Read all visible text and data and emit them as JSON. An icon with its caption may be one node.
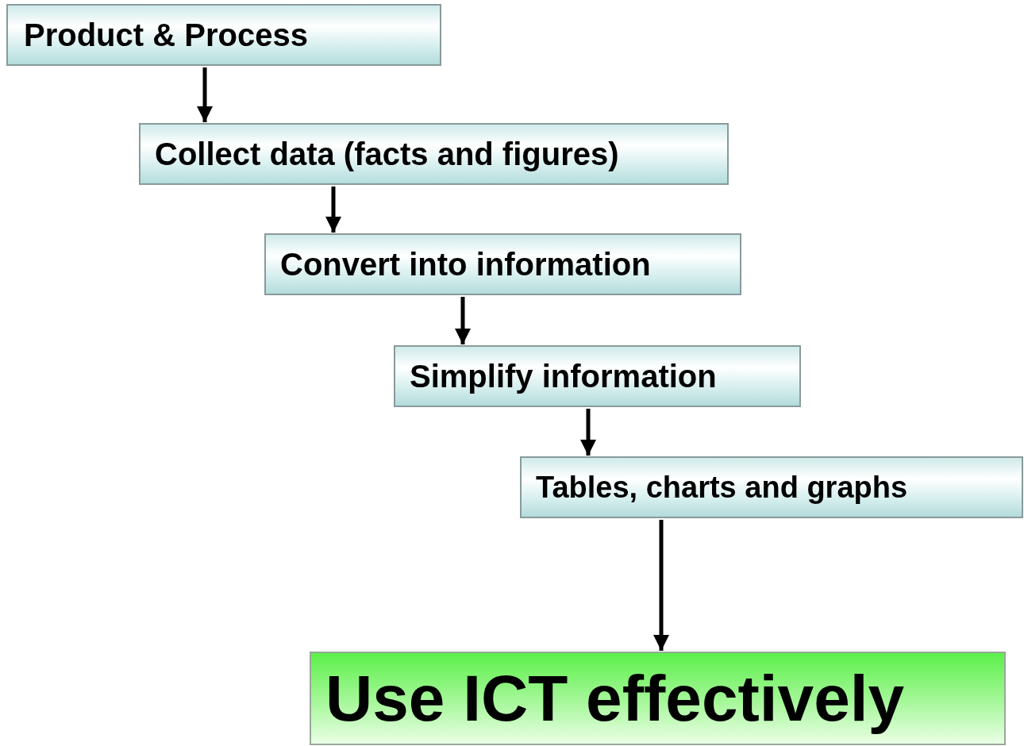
{
  "diagram": {
    "nodes": [
      {
        "text": [
          "Product & Process"
        ]
      },
      {
        "text": [
          "Collect data (facts and figures)"
        ]
      },
      {
        "text": [
          "Convert into information"
        ]
      },
      {
        "text": [
          "Simplify information"
        ]
      },
      {
        "text": [
          "Tables, charts and graphs"
        ]
      },
      {
        "text": [
          "Use ICT effectively"
        ]
      }
    ],
    "edges": [
      {
        "from": 0,
        "to": 1,
        "arrow": "to"
      },
      {
        "from": 1,
        "to": 2,
        "arrow": "to"
      },
      {
        "from": 2,
        "to": 3,
        "arrow": "to"
      },
      {
        "from": 3,
        "to": 4,
        "arrow": "to"
      },
      {
        "from": 4,
        "to": 5,
        "arrow": "to"
      }
    ]
  }
}
